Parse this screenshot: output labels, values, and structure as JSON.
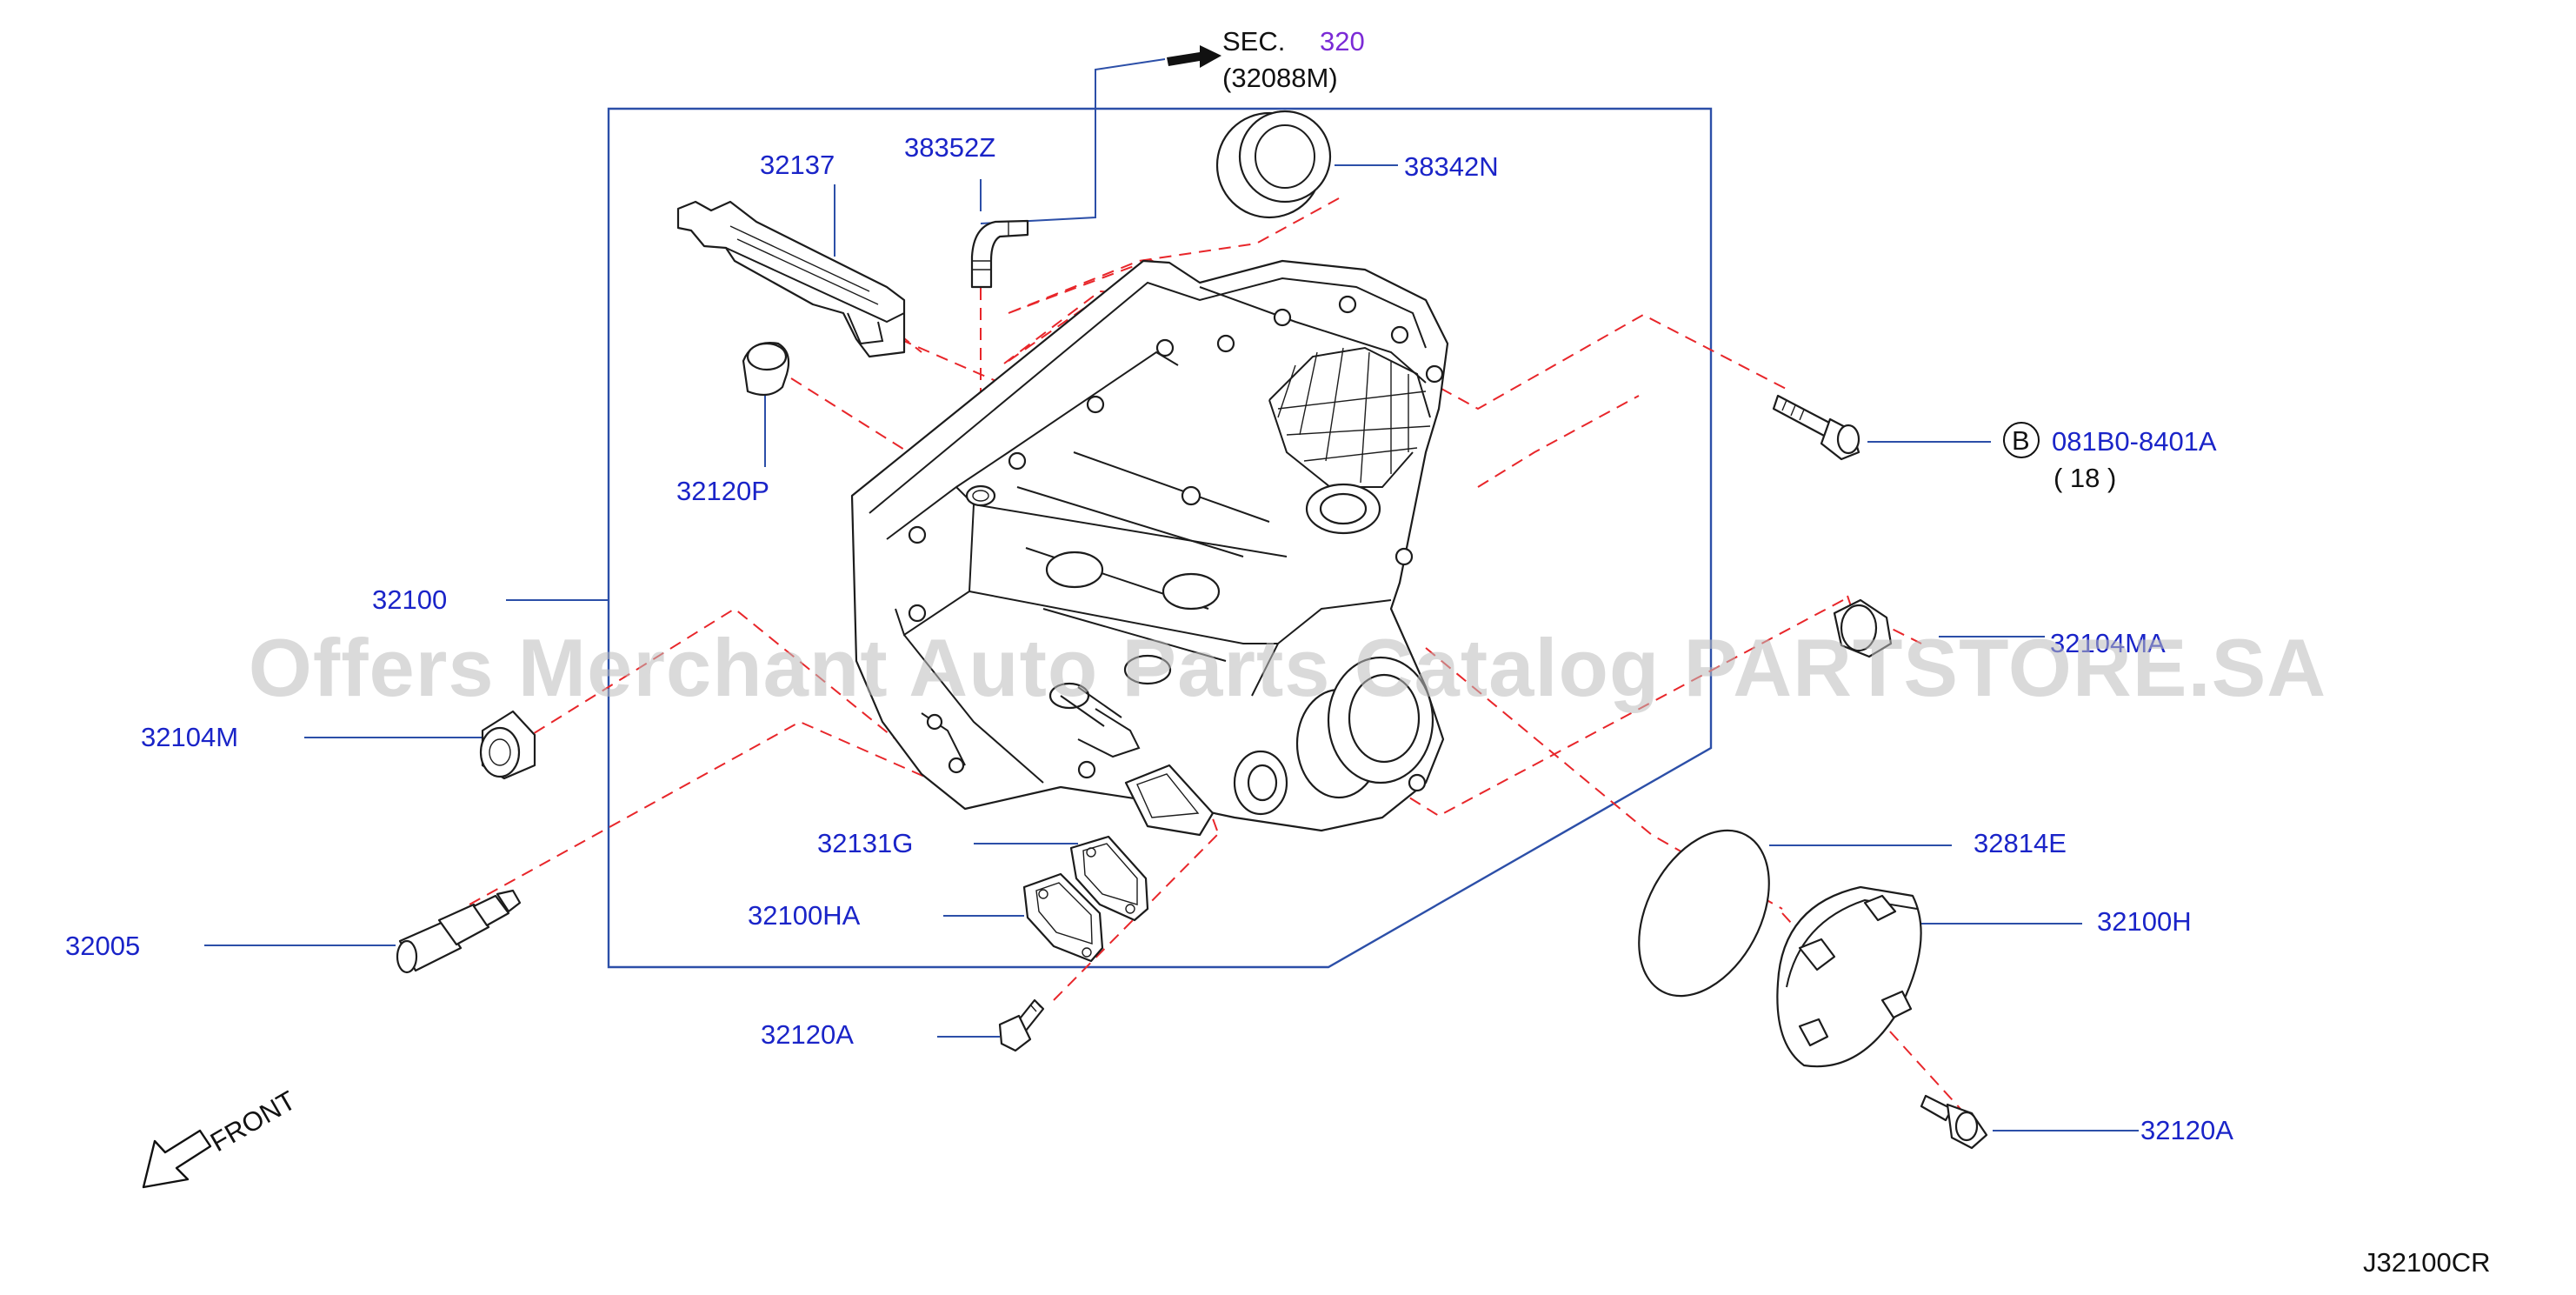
{
  "diagram": {
    "sec_prefix": "SEC.",
    "sec_number": "320",
    "sec_ref": "(32088M)",
    "diagram_code": "J32100CR",
    "front_label": "FRONT",
    "bolt_marker": "B",
    "bolt_part": "081B0-8401A",
    "bolt_qty": "( 18 )",
    "watermark": "Offers Merchant Auto Parts Catalog PARTSTORE.SA",
    "labels": {
      "p32137": "32137",
      "p38352z": "38352Z",
      "p38342n": "38342N",
      "p32120p": "32120P",
      "p32100": "32100",
      "p32104m_left": "32104M",
      "p32104ma": "32104MA",
      "p32005": "32005",
      "p32131g": "32131G",
      "p32100ha": "32100HA",
      "p32120a_left": "32120A",
      "p32814e": "32814E",
      "p32100h": "32100H",
      "p32120a_right": "32120A"
    }
  }
}
